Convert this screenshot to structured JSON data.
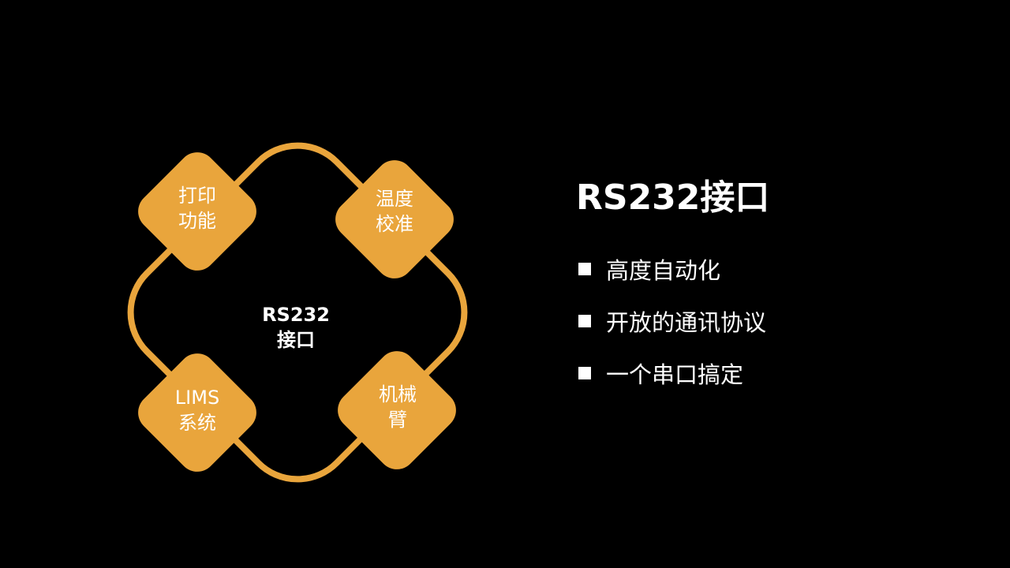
{
  "colors": {
    "background": "#000000",
    "accent": "#E9A53C",
    "text": "#FFFFFF"
  },
  "diagram": {
    "center": {
      "line1": "RS232",
      "line2": "接口"
    },
    "nodes": [
      {
        "id": "top-left",
        "line1": "打印",
        "line2": "功能"
      },
      {
        "id": "top-right",
        "line1": "温度",
        "line2": "校准"
      },
      {
        "id": "bottom-left",
        "line1": "LIMS",
        "line2": "系统"
      },
      {
        "id": "bottom-right",
        "line1": "机械",
        "line2": "臂"
      }
    ]
  },
  "panel": {
    "title": "RS232接口",
    "bullets": [
      {
        "icon": "square-bullet-icon",
        "text": "高度自动化"
      },
      {
        "icon": "square-bullet-icon",
        "text": "开放的通讯协议"
      },
      {
        "icon": "square-bullet-icon",
        "text": "一个串口搞定"
      }
    ]
  }
}
